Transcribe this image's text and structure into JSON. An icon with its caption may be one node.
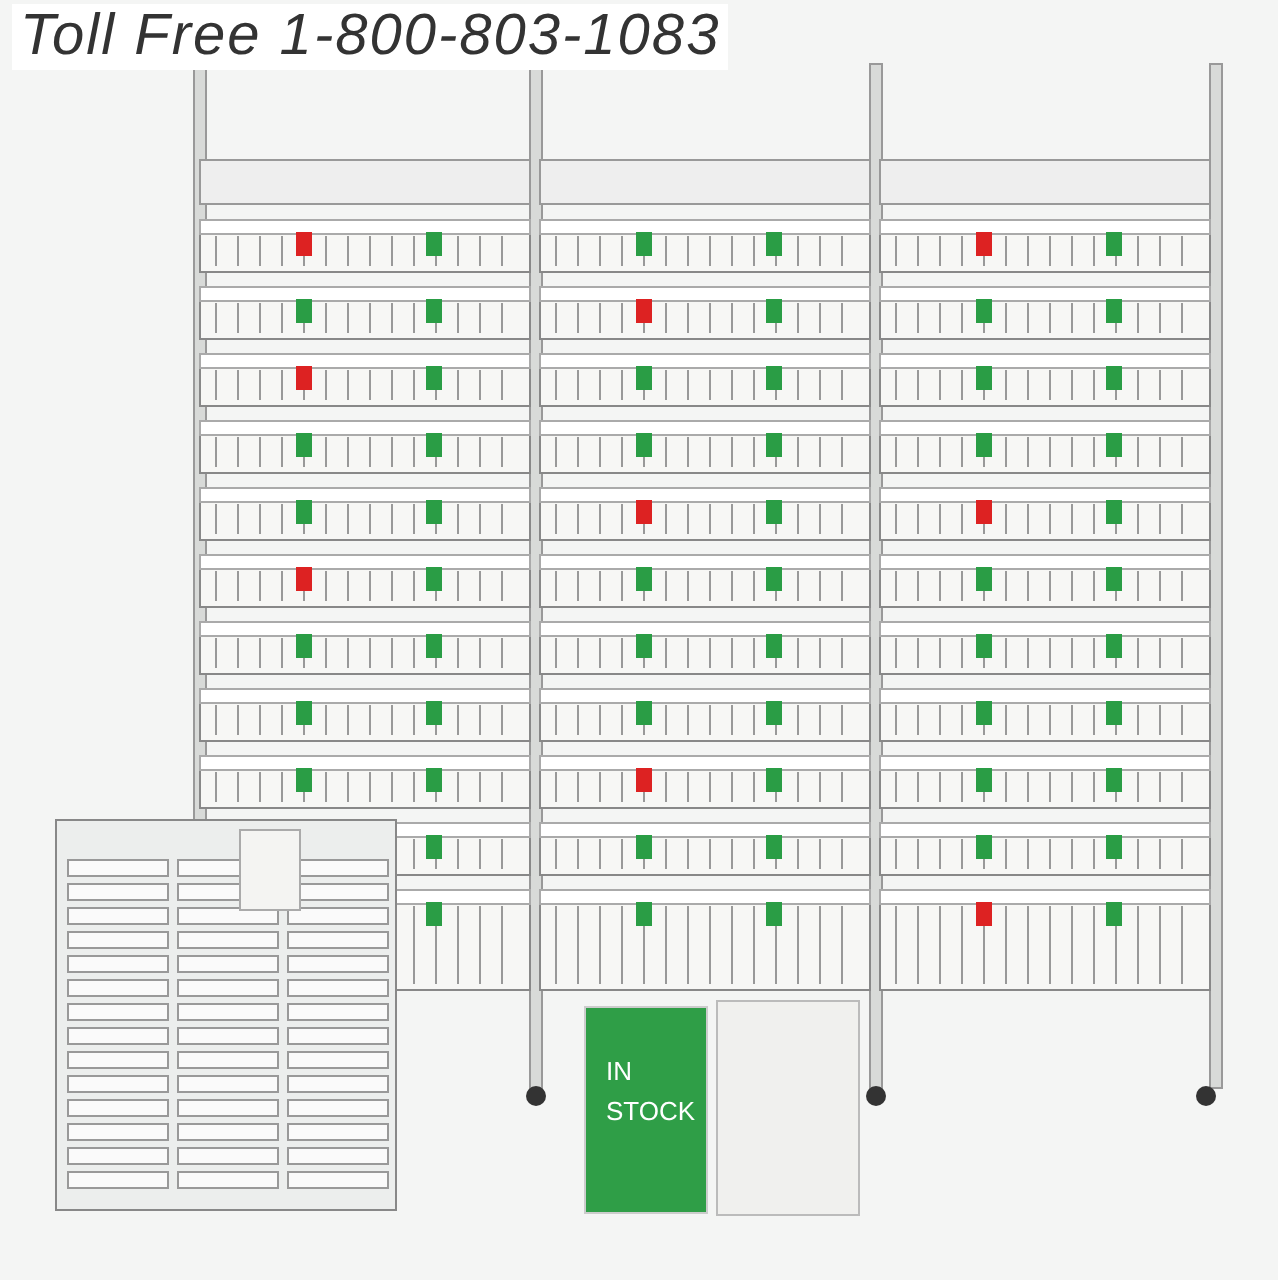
{
  "diagram": {
    "nodes": [
      {
        "text": [
          "IN STOCK"
        ]
      },
      {
        "text": [],
        "shape": "box"
      }
    ],
    "labels": [
      "Toll Free 1-800-803-1083"
    ]
  }
}
